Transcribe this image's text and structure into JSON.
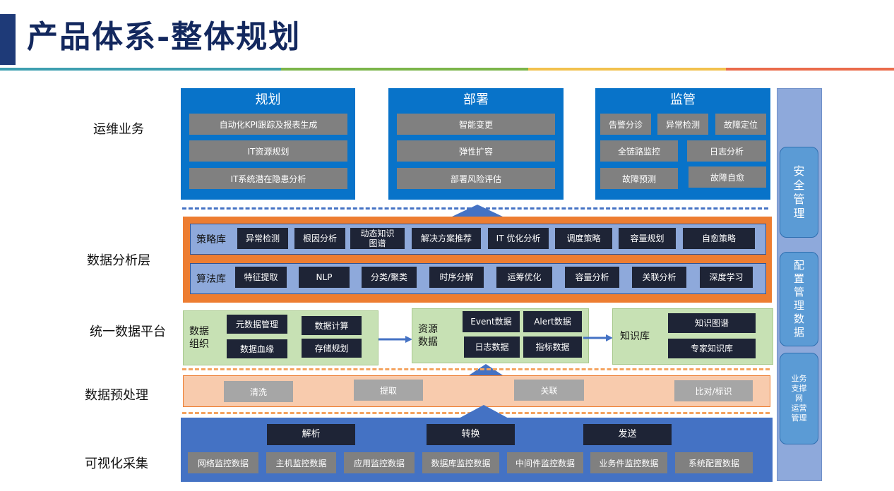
{
  "slide": {
    "title": "产品体系-整体规划",
    "divider_colors": [
      "#3d9fb0",
      "#7bb54a",
      "#f2c14e",
      "#ea6b4b"
    ]
  },
  "row_labels": [
    "运维业务",
    "数据分析层",
    "统一数据平台",
    "数据预处理",
    "可视化采集"
  ],
  "ops": {
    "planning": {
      "title": "规划",
      "items": [
        "自动化KPI跟踪及报表生成",
        "IT资源规划",
        "IT系统潜在隐患分析"
      ]
    },
    "deployment": {
      "title": "部署",
      "items": [
        "智能变更",
        "弹性扩容",
        "部署风险评估"
      ]
    },
    "monitoring": {
      "title": "监管",
      "items": [
        "告警分诊",
        "异常检测",
        "故障定位",
        "全链路监控",
        "日志分析",
        "故障预测",
        "故障自愈"
      ]
    }
  },
  "analysis": {
    "strategy": {
      "label": "策略库",
      "items": [
        "异常检测",
        "根因分析",
        "动态知识\n图谱",
        "解决方案推荐",
        "IT 优化分析",
        "调度策略",
        "容量规划",
        "自愈策略"
      ]
    },
    "algorithm": {
      "label": "算法库",
      "items": [
        "特征提取",
        "NLP",
        "分类/聚类",
        "时序分解",
        "运筹优化",
        "容量分析",
        "关联分析",
        "深度学习"
      ]
    }
  },
  "platform": {
    "org": {
      "label": "数据\n组织",
      "items": [
        "元数据管理",
        "数据计算",
        "数据血缘",
        "存储规划"
      ]
    },
    "resource": {
      "label": "资源\n数据",
      "items": [
        "Event数据",
        "Alert数据",
        "日志数据",
        "指标数据"
      ]
    },
    "knowledge": {
      "label": "知识库",
      "items": [
        "知识图谱",
        "专家知识库"
      ]
    }
  },
  "preprocess": {
    "items": [
      "清洗",
      "提取",
      "关联",
      "比对/标识"
    ]
  },
  "collection": {
    "ops": [
      "解析",
      "转换",
      "发送"
    ],
    "sources": [
      "网络监控数据",
      "主机监控数据",
      "应用监控数据",
      "数据库监控数据",
      "中间件监控数据",
      "业务件监控数据",
      "系统配置数据"
    ]
  },
  "side": {
    "items": [
      "安\n全\n管\n理",
      "配\n置\n管\n理\n数\n据",
      "业务\n支撑\n网\n运营\n管理"
    ]
  }
}
